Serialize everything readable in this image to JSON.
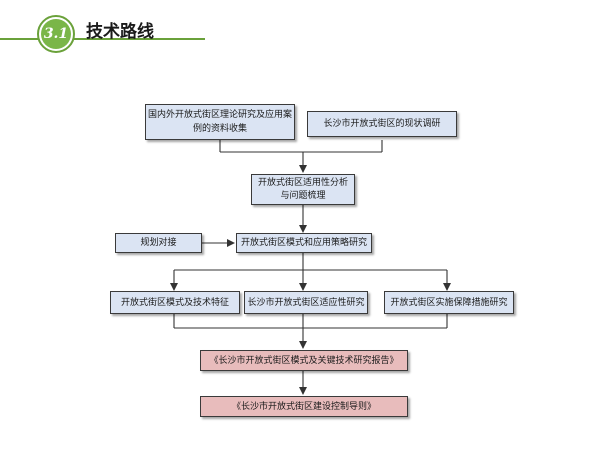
{
  "header": {
    "number": "3.1",
    "title": "技术路线"
  },
  "flow": {
    "research_review": [
      "国内外开放式街区理论研究及应用案",
      "例的资料收集"
    ],
    "status_survey": "长沙市开放式街区的现状调研",
    "applicability": [
      "开放式街区适用性分析",
      "与问题梳理"
    ],
    "planning_link": "规划对接",
    "model_strategy": "开放式街区模式和应用策略研究",
    "mode_features": "开放式街区模式及技术特征",
    "suitability": "长沙市开放式街区适应性研究",
    "safeguards": "开放式街区实施保障措施研究",
    "report": "《长沙市开放式街区模式及关键技术研究报告》",
    "guideline": "《长沙市开放式街区建设控制导则》"
  },
  "colors": {
    "accent_green": "#6aa13a",
    "box_blue": "#dbe4f3",
    "box_pink": "#e8bcbc",
    "connector": "#333333"
  }
}
